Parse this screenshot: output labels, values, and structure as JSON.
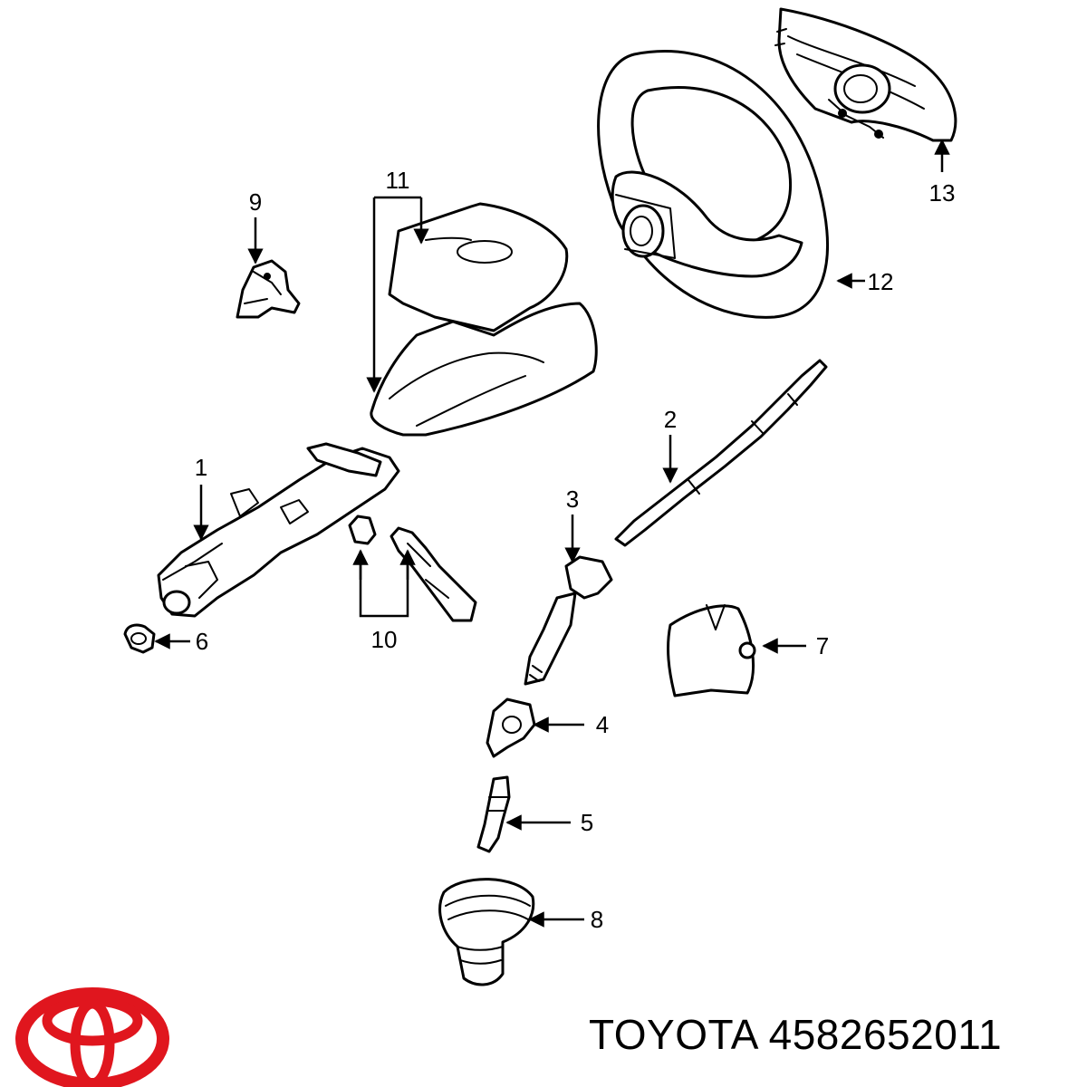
{
  "brand": {
    "name": "TOYOTA",
    "part_number": "4582652011",
    "logo_color": "#E0161E"
  },
  "callouts": [
    "1",
    "2",
    "3",
    "4",
    "5",
    "6",
    "7",
    "8",
    "9",
    "10",
    "11",
    "12",
    "13"
  ],
  "icons": {
    "logo": "toyota-logo-icon"
  }
}
